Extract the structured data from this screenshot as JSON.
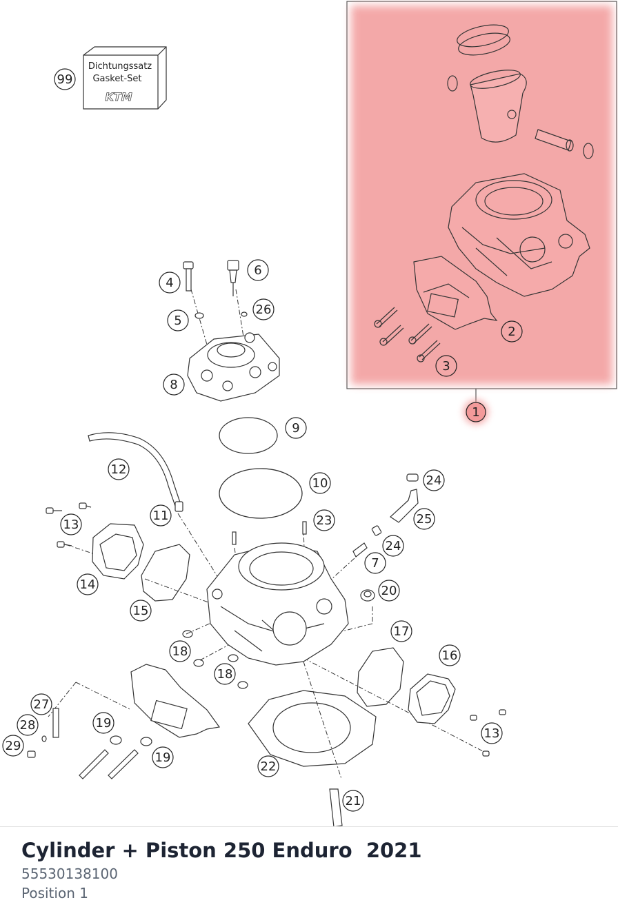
{
  "diagram": {
    "gasket_set": {
      "callout": "99",
      "line1": "Dichtungssatz",
      "line2": "Gasket-Set",
      "brand": "KTM"
    },
    "highlight": {
      "callout": "1",
      "color": "#f4a0a0",
      "border": "#444444"
    },
    "callouts": [
      "2",
      "3",
      "4",
      "5",
      "6",
      "26",
      "8",
      "9",
      "10",
      "12",
      "11",
      "13",
      "14",
      "15",
      "23",
      "24",
      "25",
      "7",
      "20",
      "17",
      "16",
      "18",
      "18",
      "19",
      "19",
      "27",
      "28",
      "29",
      "22",
      "21",
      "13",
      "24"
    ]
  },
  "info": {
    "title": "Cylinder + Piston 250 Enduro  2021",
    "part_number": "55530138100",
    "position": "Position 1"
  }
}
